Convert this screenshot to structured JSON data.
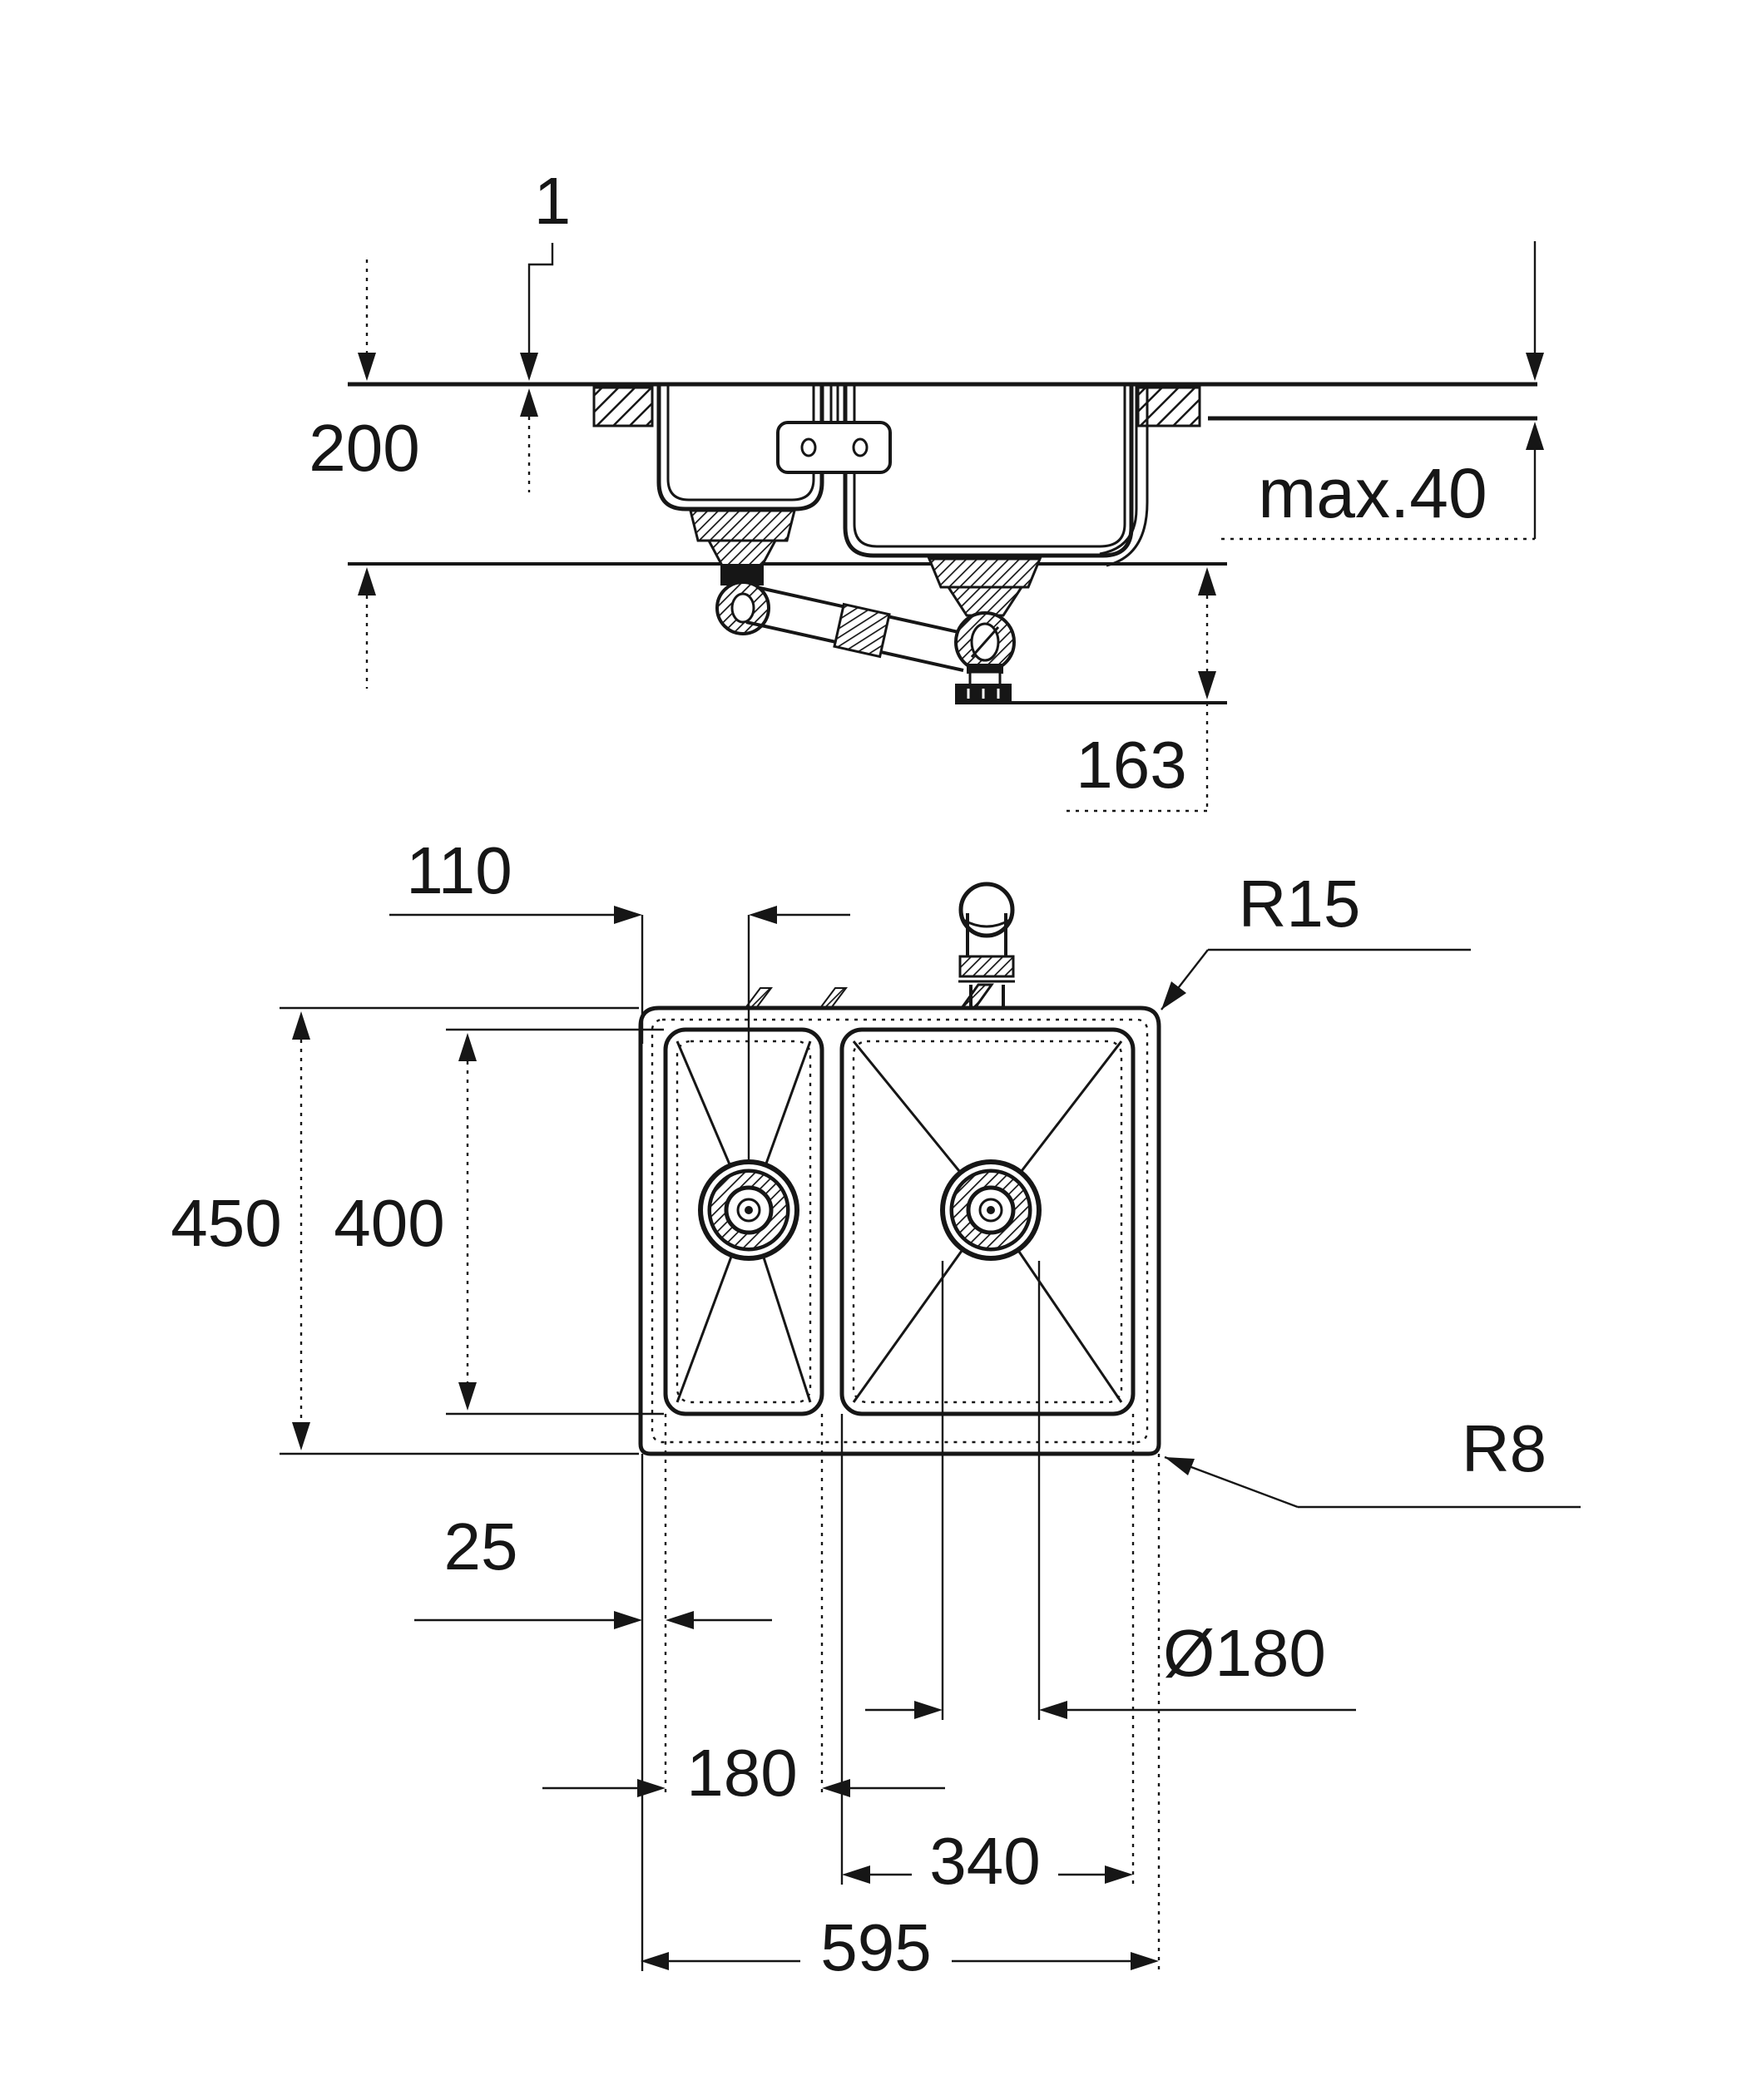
{
  "colors": {
    "ink": "#161616",
    "background": "#ffffff"
  },
  "section_view": {
    "title": "sink side section view",
    "dimensions": {
      "rim_to_counter": "1",
      "bowl_depth": "200",
      "countertop_thickness": "max.40",
      "drain_clearance": "163"
    }
  },
  "plan_view": {
    "title": "sink top plan view",
    "dimensions": {
      "drain_center_from_left": "110",
      "outer_depth": "450",
      "bowl_cutout_depth": "400",
      "edge_to_bowl": "25",
      "left_bowl_width": "180",
      "right_bowl_width": "340",
      "overall_width": "595",
      "drain_hole_diameter": "Ø180",
      "top_corner_radius": "R15",
      "bottom_corner_radius": "R8"
    }
  }
}
